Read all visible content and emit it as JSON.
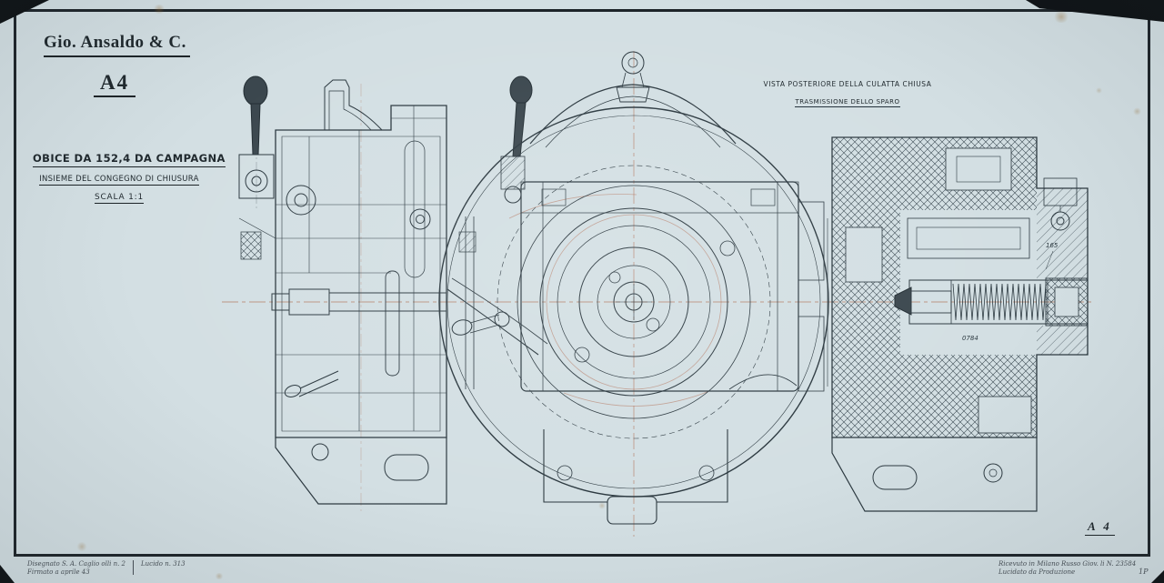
{
  "sheet": {
    "company": "Gio. Ansaldo & C.",
    "code": "A4",
    "title_line1": "OBICE DA 152,4 DA CAMPAGNA",
    "title_line2": "INSIEME DEL CONGEGNO DI CHIUSURA",
    "scale": "SCALA 1:1",
    "corner_mark": "A 4"
  },
  "view_labels": {
    "rear_view": "VISTA POSTERIORE DELLA CULATTA CHIUSA",
    "firing_transmission": "TRASMISSIONE DELLO SPARO"
  },
  "drawing_annotations": {
    "dim_165": "165",
    "dim_0784": "0784"
  },
  "footer": {
    "left_line1": "Disegnato S. A. Caglio olli n. 2",
    "left_line2": "Firmato a aprile 43",
    "center_note": "Lucido n. 313",
    "right_line1": "Ricevuto in Milano Russo Giov. li N. 23584",
    "right_line2": "Lucidato da Produzione",
    "page_mark": "1P"
  },
  "colors": {
    "paper": "#d3dfe3",
    "ink": "#2c3940",
    "accent": "#a2573a"
  }
}
